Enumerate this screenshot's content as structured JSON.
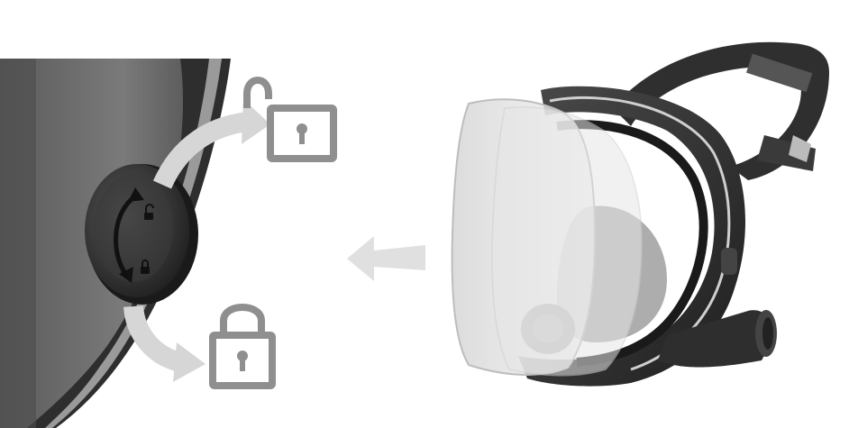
{
  "illustration": {
    "detail_panel": {
      "knob_icons": [
        "unlock-icon",
        "lock-icon"
      ],
      "rotation_arrows": "double-headed-curved-arrow"
    },
    "callouts": [
      {
        "icon": "unlock-icon",
        "meaning": "unlocked"
      },
      {
        "icon": "lock-icon",
        "meaning": "locked"
      }
    ],
    "direction_arrow": "arrow-left-icon",
    "product": "full-face-respirator-mask-with-visor",
    "colors": {
      "padlock_gray": "#8f8f8f",
      "arrow_gray": "#d8d8d8",
      "mask_dark": "#3a3a3a",
      "visor_tint": "#cfcfcf"
    }
  }
}
